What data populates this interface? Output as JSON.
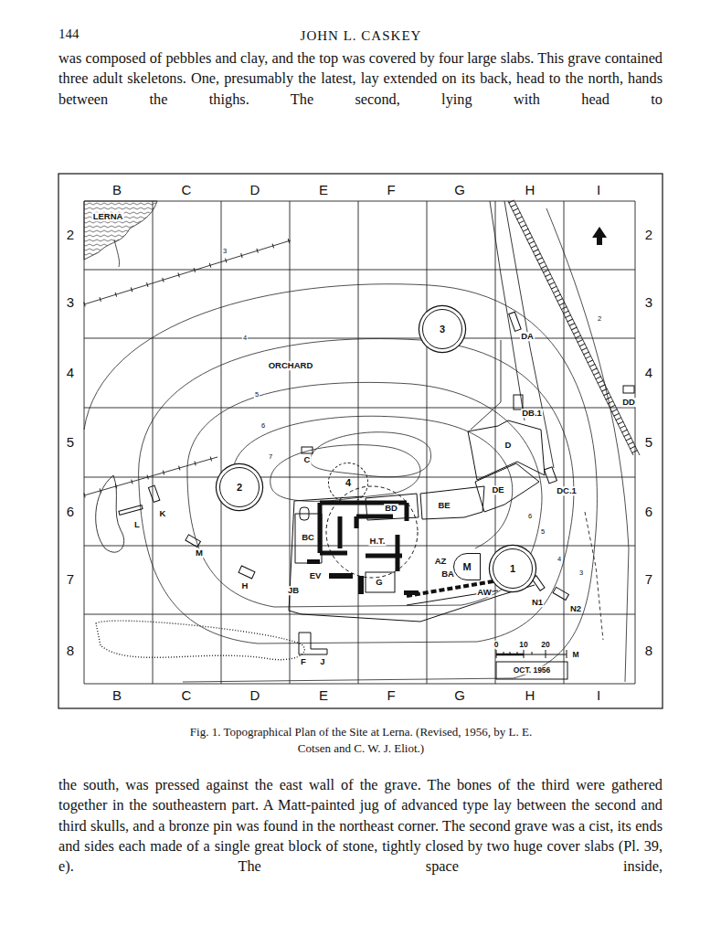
{
  "diagram": {
    "caption": "Fig. 1. Topographical Plan of the Site at Lerna. (Revised, 1956, by L. E. Cotsen and C. W. J. Eliot.)",
    "nodes": [
      {
        "text": [
          "3"
        ]
      },
      {
        "text": [
          "2"
        ]
      },
      {
        "text": [
          "4"
        ]
      },
      {
        "text": [
          "M"
        ]
      },
      {
        "text": [
          "1"
        ]
      }
    ],
    "labels": [
      "144",
      "JOHN L. CASKEY",
      "was composed of pebbles and clay, and the top was covered by four large slabs. This grave contained three adult skeletons. One, presumably the latest, lay extended on its back, head to the north, hands between the thighs. The second, lying with head to",
      "the south, was pressed against the east wall of the grave. The bones of the third were gathered together in the southeastern part. A Matt-painted jug of advanced type lay between the second and third skulls, and a bronze pin was found in the northeast corner. The second grave was a cist, its ends and sides each made of a single great block of stone, tightly closed by two huge cover slabs (Pl. 39, e). The space inside,",
      "B",
      "C",
      "D",
      "E",
      "F",
      "G",
      "H",
      "I",
      "B",
      "C",
      "D",
      "E",
      "F",
      "G",
      "H",
      "I",
      "2",
      "3",
      "4",
      "5",
      "6",
      "7",
      "8",
      "2",
      "3",
      "4",
      "5",
      "6",
      "7",
      "8",
      "LERNA",
      "ORCHARD",
      "3",
      "4",
      "5",
      "6",
      "7",
      "2",
      "6",
      "5",
      "4",
      "3",
      "C",
      "K",
      "L",
      "M",
      "H",
      "JB",
      "EV",
      "G",
      "AZ",
      "BA",
      "AW",
      "N1",
      "N2",
      "F",
      "J",
      "DA",
      "DB.1",
      "DD",
      "D",
      "DC.1",
      "BD",
      "BE",
      "DE",
      "BC",
      "H.T.",
      "0",
      "10",
      "20",
      "M",
      "OCT. 1956"
    ]
  }
}
